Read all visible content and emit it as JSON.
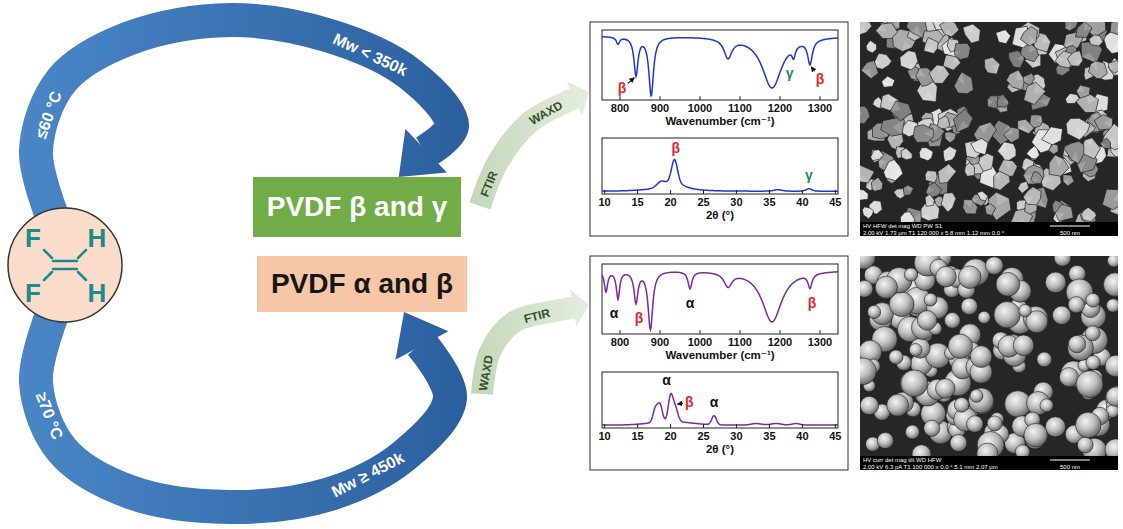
{
  "diagram": {
    "nodes": [
      {
        "text": [
          "F",
          "F",
          "H",
          "H"
        ]
      },
      {
        "text": [
          "PVDF β and γ"
        ]
      },
      {
        "text": [
          "PVDF α and β"
        ]
      }
    ],
    "edges": [
      {
        "from": 0,
        "to": 1,
        "arrow": "to",
        "label": "≤60 °C"
      },
      {
        "from": 0,
        "to": 2,
        "arrow": "to",
        "label": "≥70 °C"
      }
    ],
    "labels": [
      "Mw < 350k",
      "WAXD",
      "FTIR",
      "β",
      "γ",
      "β",
      "800",
      "900",
      "1000",
      "1100",
      "1200",
      "1300",
      "Wavenumber (cm⁻¹)",
      "β",
      "γ",
      "10",
      "15",
      "20",
      "25",
      "30",
      "35",
      "40",
      "45",
      "2θ (°)",
      "HV HFW det mag WD PW S1",
      "2.00 kV 1.73 μm T1 120 000 x 5.8 mm 1.12 mm 0.0 °",
      "500 nm",
      "Mw ≥ 450k",
      "FTIR",
      "WAXD",
      "α",
      "β",
      "α",
      "β",
      "800",
      "900",
      "1000",
      "1100",
      "1200",
      "1300",
      "Wavenumber (cm⁻¹)",
      "α",
      "β",
      "α",
      "10",
      "15",
      "20",
      "25",
      "30",
      "35",
      "40",
      "45",
      "2θ (°)",
      "HV curr det mag tilt WD HFW",
      "2.00 kV 6.3 pA T1 100 000 x 0.0 ° 5.1 mm 2.07 μm",
      "500 nm"
    ]
  }
}
